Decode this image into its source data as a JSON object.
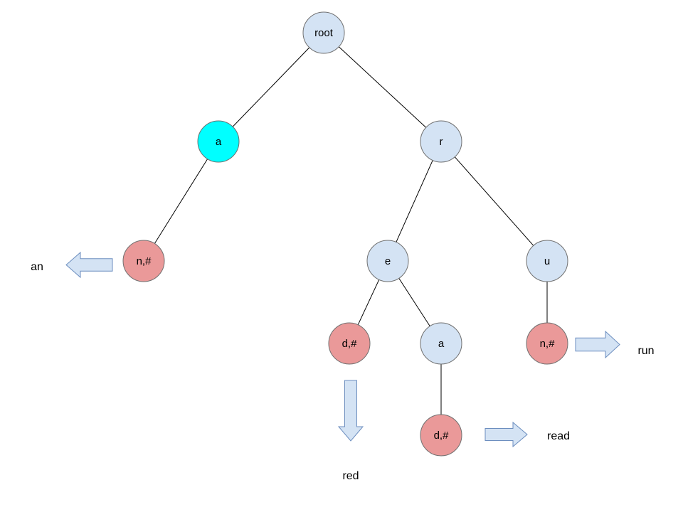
{
  "colors": {
    "default_fill": "#d4e3f4",
    "highlight_fill": "#00ffff",
    "terminal_fill": "#ea9999",
    "arrow_fill": "#d4e3f4",
    "arrow_stroke": "#6c8ebf",
    "edge": "#000000"
  },
  "nodes": [
    {
      "id": "root",
      "label": "root",
      "kind": "default"
    },
    {
      "id": "a1",
      "label": "a",
      "kind": "highlight"
    },
    {
      "id": "r",
      "label": "r",
      "kind": "default"
    },
    {
      "id": "n1",
      "label": "n,#",
      "kind": "terminal"
    },
    {
      "id": "e",
      "label": "e",
      "kind": "default"
    },
    {
      "id": "u",
      "label": "u",
      "kind": "default"
    },
    {
      "id": "d1",
      "label": "d,#",
      "kind": "terminal"
    },
    {
      "id": "a2",
      "label": "a",
      "kind": "default"
    },
    {
      "id": "n2",
      "label": "n,#",
      "kind": "terminal"
    },
    {
      "id": "d2",
      "label": "d,#",
      "kind": "terminal"
    }
  ],
  "edges": [
    {
      "from": "root",
      "to": "a1"
    },
    {
      "from": "root",
      "to": "r"
    },
    {
      "from": "a1",
      "to": "n1"
    },
    {
      "from": "r",
      "to": "e"
    },
    {
      "from": "r",
      "to": "u"
    },
    {
      "from": "e",
      "to": "d1"
    },
    {
      "from": "e",
      "to": "a2"
    },
    {
      "from": "u",
      "to": "n2"
    },
    {
      "from": "a2",
      "to": "d2"
    }
  ],
  "words": [
    {
      "id": "an",
      "text": "an",
      "from": "n1",
      "direction": "left"
    },
    {
      "id": "red",
      "text": "red",
      "from": "d1",
      "direction": "down"
    },
    {
      "id": "run",
      "text": "run",
      "from": "n2",
      "direction": "right"
    },
    {
      "id": "read",
      "text": "read",
      "from": "d2",
      "direction": "right"
    }
  ]
}
